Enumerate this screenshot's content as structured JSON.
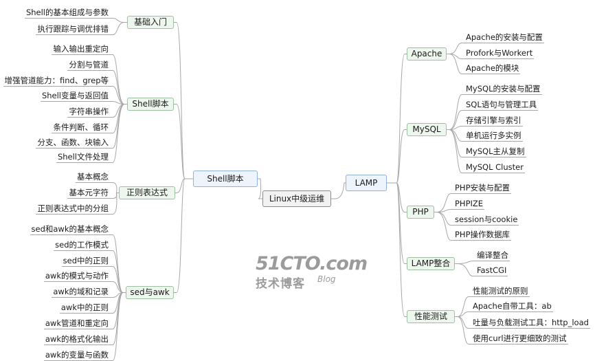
{
  "root": {
    "label": "Linux中级运维"
  },
  "left_hub": {
    "label": "Shell脚本"
  },
  "right_hub": {
    "label": "LAMP"
  },
  "left_branches": [
    {
      "label": "基础入门",
      "leaves": [
        "Shell的基本组成与参数",
        "执行跟踪与调优排错"
      ]
    },
    {
      "label": "Shell脚本",
      "leaves": [
        "输入输出重定向",
        "分割与管道",
        "增强管道能力：find、grep等",
        "Shell变量与返回值",
        "字符串操作",
        "条件判断、循环",
        "分支、函数、块输入",
        "Shell文件处理"
      ]
    },
    {
      "label": "正则表达式",
      "leaves": [
        "基本概念",
        "基本元字符",
        "正则表达式中的分组"
      ]
    },
    {
      "label": "sed与awk",
      "leaves": [
        "sed和awk的基本概念",
        "sed的工作模式",
        "sed中的正则",
        "awk的模式与动作",
        "awk的域和记录",
        "awk中的正则",
        "awk管道和重定向",
        "awk的格式化输出",
        "awk的变量与函数"
      ]
    }
  ],
  "right_branches": [
    {
      "label": "Apache",
      "leaves": [
        "Apache的安装与配置",
        "Profork与Workert",
        "Apache的模块"
      ]
    },
    {
      "label": "MySQL",
      "leaves": [
        "MySQL的安装与配置",
        "SQL语句与管理工具",
        "存储引擎与索引",
        "单机运行多实例",
        "MySQL主从复制",
        "MySQL Cluster"
      ]
    },
    {
      "label": "PHP",
      "leaves": [
        "PHP安装与配置",
        "PHPIZE",
        "session与cookie",
        "PHP操作数据库"
      ]
    },
    {
      "label": "LAMP整合",
      "leaves": [
        "编译整合",
        "FastCGI"
      ]
    },
    {
      "label": "性能测试",
      "leaves": [
        "性能测试的原则",
        "Apache自带工具：ab",
        "吐量与负载测试工具：http_load",
        "使用curl进行更细致的测试"
      ]
    }
  ],
  "watermark": {
    "logo": "51CTO.com",
    "sub": "技术博客",
    "blog": "Blog"
  },
  "colors": {
    "line": "#a6a6a6",
    "branch_border": "#9cc0a0",
    "branch_fill": "#eef7ee",
    "hub_border": "#8fb1d6",
    "hub_fill": "#edf4fb",
    "root_border": "#8a8a8a",
    "root_fill": "#f2f2f2"
  }
}
